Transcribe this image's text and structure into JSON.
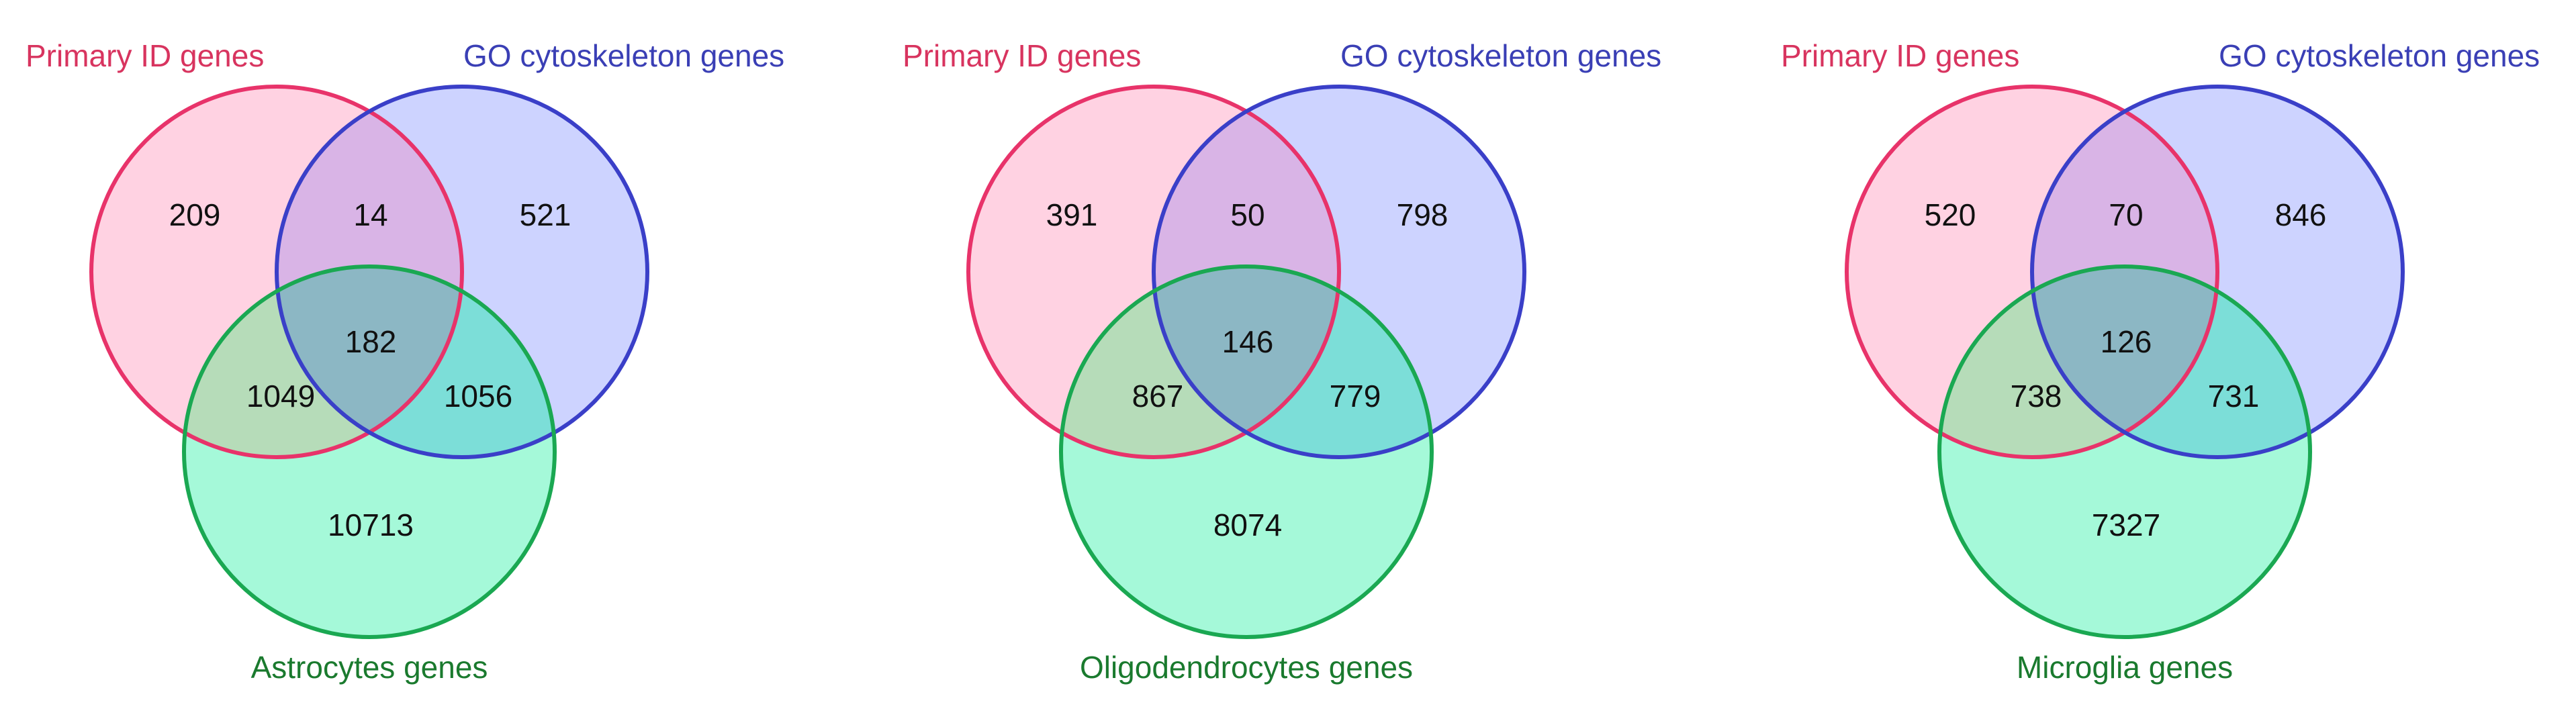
{
  "colors": {
    "primary_fill": "#ffd2e2",
    "primary_stroke": "#e8336a",
    "go_fill": "#cdd3ff",
    "go_stroke": "#3a3fc8",
    "cell_fill": "#a5f9d9",
    "cell_stroke": "#1aa852",
    "primary_label": "#d8345f",
    "go_label": "#3a3fb5",
    "cell_label": "#1a7a2e"
  },
  "diagrams": [
    {
      "labels": {
        "primary": "Primary ID genes",
        "go": "GO cytoskeleton genes",
        "cell": "Astrocytes genes"
      },
      "counts": {
        "primary_only": "209",
        "primary_go": "14",
        "go_only": "521",
        "all_three": "182",
        "primary_cell": "1049",
        "go_cell": "1056",
        "cell_only": "10713"
      }
    },
    {
      "labels": {
        "primary": "Primary ID genes",
        "go": "GO cytoskeleton genes",
        "cell": "Oligodendrocytes genes"
      },
      "counts": {
        "primary_only": "391",
        "primary_go": "50",
        "go_only": "798",
        "all_three": "146",
        "primary_cell": "867",
        "go_cell": "779",
        "cell_only": "8074"
      }
    },
    {
      "labels": {
        "primary": "Primary ID genes",
        "go": "GO cytoskeleton genes",
        "cell": "Microglia genes"
      },
      "counts": {
        "primary_only": "520",
        "primary_go": "70",
        "go_only": "846",
        "all_three": "126",
        "primary_cell": "738",
        "go_cell": "731",
        "cell_only": "7327"
      }
    }
  ]
}
